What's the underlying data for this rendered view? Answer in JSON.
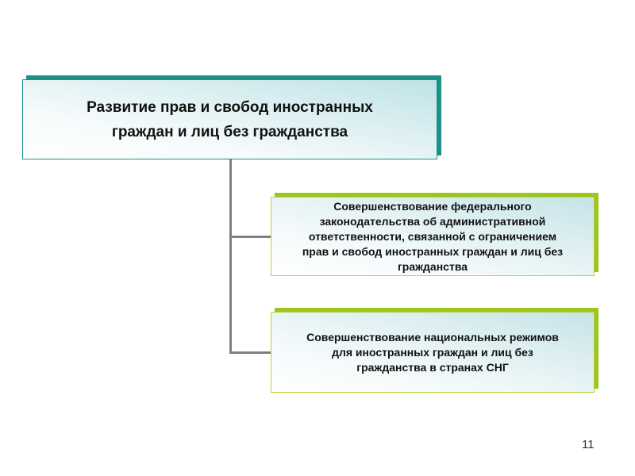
{
  "slide": {
    "page_number": "11",
    "colors": {
      "main_accent": "#1f8f8a",
      "sub_accent": "#9bc61c",
      "connector": "#808080"
    }
  },
  "diagram": {
    "root": {
      "line1": "Развитие прав и свобод иностранных",
      "line2": "граждан и лиц без гражданства"
    },
    "children": [
      {
        "lines": [
          "Совершенствование федерального",
          "законодательства об административной",
          "ответственности, связанной с ограничением",
          "прав и свобод иностранных граждан и лиц без",
          "гражданства"
        ]
      },
      {
        "lines": [
          "Совершенствование национальных режимов",
          "для иностранных граждан и лиц без",
          "гражданства в странах СНГ"
        ]
      }
    ]
  }
}
